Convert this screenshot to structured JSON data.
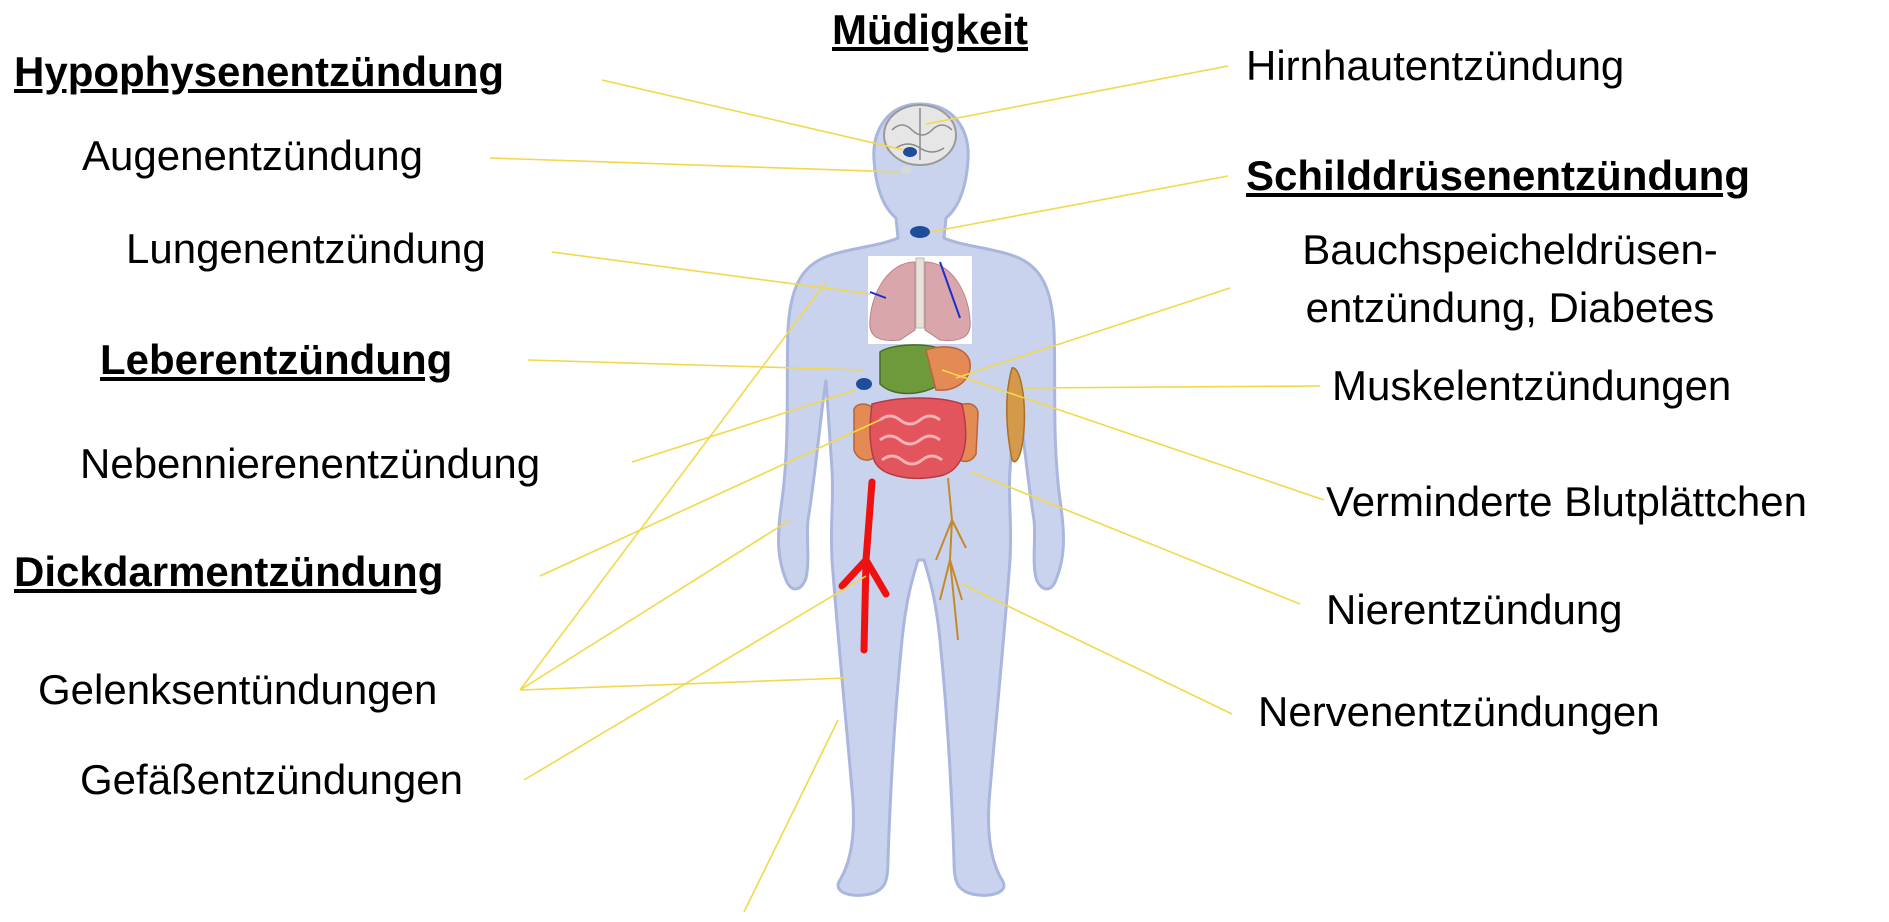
{
  "title": "Müdigkeit",
  "left_labels": {
    "hypophyse": "Hypophysenentzündung",
    "augen": "Augenentzündung",
    "lunge": "Lungenentzündung",
    "leber": "Leberentzündung",
    "nebenniere": "Nebennierenentzündung",
    "dickdarm": "Dickdarmentzündung",
    "gelenke": "Gelenksentündungen",
    "gefaesse": "Gefäßentzündungen"
  },
  "right_labels": {
    "hirnhaut": "Hirnhautentzündung",
    "schilddruese": "Schilddrüsenentzündung",
    "bauchspeichel_line1": "Bauchspeicheldrüsen-",
    "bauchspeichel_line2": "entzündung, Diabetes",
    "muskel": "Muskelentzündungen",
    "blutplaettchen": "Verminderte Blutplättchen",
    "niere": "Nierentzündung",
    "nerven": "Nervenentzündungen"
  },
  "colors": {
    "leader_line": "#f2d84a",
    "body_fill": "#c9d3ee",
    "body_outline": "#a9b6dd",
    "lung": "#d9a7ab",
    "liver": "#6f9a3c",
    "kidney": "#e38a55",
    "intestine": "#e2555d",
    "artery": "#ee1111",
    "nerve": "#c48a2a",
    "muscle": "#d49a4a",
    "gland": "#1e4d9a"
  }
}
